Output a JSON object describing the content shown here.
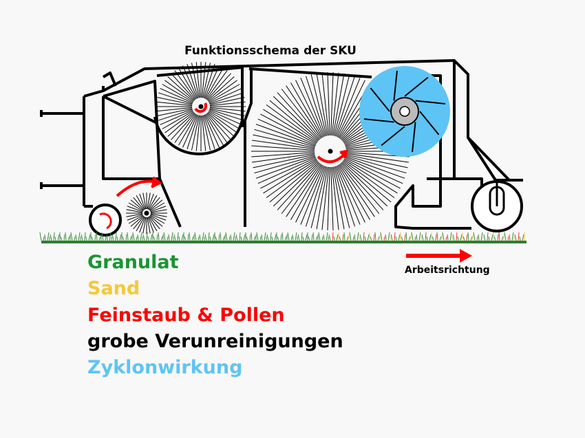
{
  "title": "Funktionsschema der SKU",
  "direction_label": "Arbeitsrichtung",
  "legend": [
    {
      "label": "Granulat",
      "color": "#1a9433"
    },
    {
      "label": "Sand",
      "color": "#f5c83a"
    },
    {
      "label": "Feinstaub & Pollen",
      "color": "#ff0000"
    },
    {
      "label": "grobe Verunreinigungen",
      "color": "#000000"
    },
    {
      "label": "Zyklonwirkung",
      "color": "#5ec4f5"
    }
  ],
  "colors": {
    "cyclone": "#5ec4f5",
    "arrow": "#ff0000",
    "ground": "#2e7d32"
  }
}
